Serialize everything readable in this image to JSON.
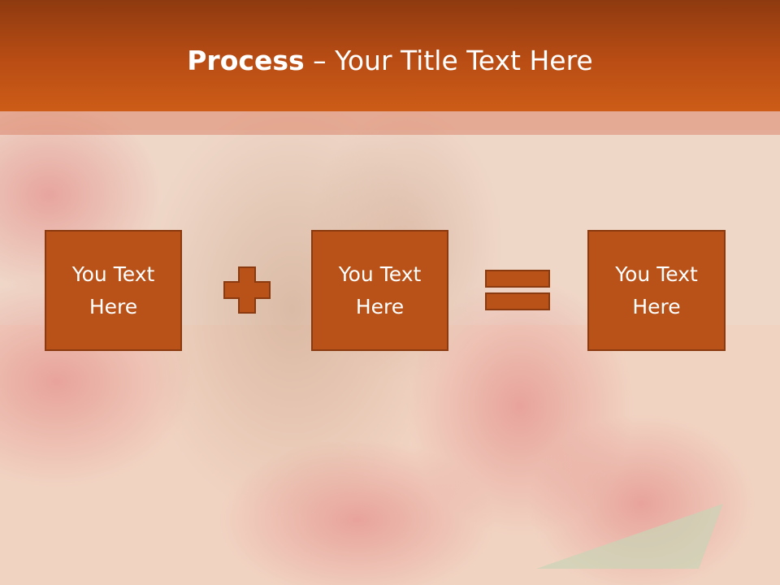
{
  "title": {
    "bold": "Process",
    "separator": " – ",
    "rest": "Your Title Text Here"
  },
  "boxes": [
    {
      "label": "You Text\nHere"
    },
    {
      "label": "You Text\nHere"
    },
    {
      "label": "You Text\nHere"
    }
  ],
  "operators": {
    "first": "plus-icon",
    "second": "equals-icon"
  },
  "colors": {
    "title_bar": "#b94d14",
    "box_fill": "#b95218",
    "box_border": "#8a3a0e",
    "background": "#f0d2c0"
  }
}
